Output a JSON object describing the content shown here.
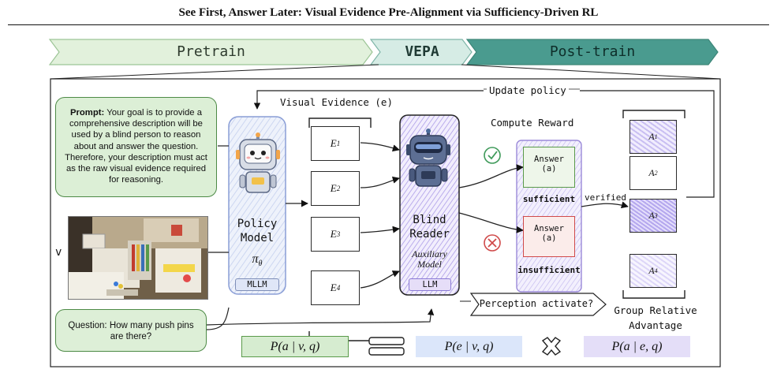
{
  "paper_title": "See First, Answer Later: Visual Evidence Pre-Alignment via Sufficiency-Driven RL",
  "stages": {
    "pretrain": "Pretrain",
    "vepa": "VEPA",
    "posttrain": "Post-train"
  },
  "prompt": {
    "label": "Prompt:",
    "text": " Your goal is to provide a comprehensive description will be used by a blind person to reason about and answer the question. Therefore, your description must act as the raw visual evidence required for reasoning."
  },
  "input_labels": {
    "v": "v",
    "q": "q"
  },
  "question": "Question: How many push pins are there?",
  "policy_model": {
    "line1": "Policy",
    "line2": "Model",
    "symbol": "π",
    "subscript": "θ",
    "tag": "MLLM"
  },
  "visual_evidence_label": "Visual Evidence (e)",
  "evidence": [
    {
      "sym": "E",
      "sub": "1"
    },
    {
      "sym": "E",
      "sub": "2"
    },
    {
      "sym": "E",
      "sub": "3"
    },
    {
      "sym": "E",
      "sub": "4"
    }
  ],
  "blind_reader": {
    "line1": "Blind",
    "line2": "Reader",
    "aux1": "Auxiliary",
    "aux2": "Model",
    "tag": "LLM"
  },
  "compute_reward": "Compute Reward",
  "answers": {
    "sufficient": {
      "l1": "Answer",
      "l2": "(a)",
      "status": "sufficient"
    },
    "insufficient": {
      "l1": "Answer",
      "l2": "(a)",
      "status": "insufficient"
    }
  },
  "verified": "verified",
  "update_policy": "Update policy",
  "advantages": [
    {
      "sym": "A",
      "sub": "1"
    },
    {
      "sym": "A",
      "sub": "2"
    },
    {
      "sym": "A",
      "sub": "3"
    },
    {
      "sym": "A",
      "sub": "4"
    }
  ],
  "group_relative": {
    "l1": "Group Relative",
    "l2": "Advantage"
  },
  "perception_activate": "Perception activate?",
  "formulas": {
    "f1": "P(a | v, q)",
    "f2": "P(e | v, q)",
    "f3": "P(a | e, q)"
  },
  "colors": {
    "green": "#4d8a46",
    "teal": "#4a9b8f",
    "lavender": "#8c7bd6",
    "blue": "#8a9ed6",
    "red": "#d04a4a"
  }
}
